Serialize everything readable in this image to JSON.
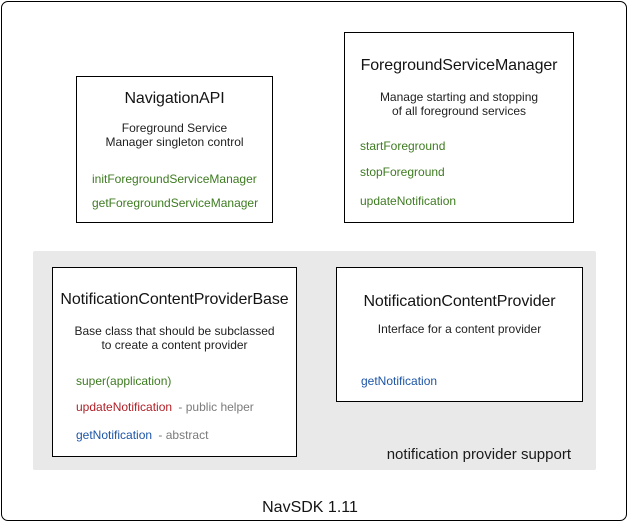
{
  "diagram": {
    "palette": {
      "method_green": "#3e7b21",
      "method_red": "#b01f26",
      "method_blue": "#1d55a6",
      "suffix_gray": "#7b7b7b",
      "group_bg": "#e9e9e9",
      "border": "#000000"
    },
    "boxes": {
      "navigation_api": {
        "title": "NavigationAPI",
        "description_lines": [
          "Foreground Service",
          "Manager singleton control"
        ],
        "methods": [
          {
            "label": "initForegroundServiceManager"
          },
          {
            "label": "getForegroundServiceManager"
          }
        ]
      },
      "foreground_service_manager": {
        "title": "ForegroundServiceManager",
        "description_lines": [
          "Manage starting and stopping",
          "of all foreground services"
        ],
        "methods": [
          {
            "label": "startForeground"
          },
          {
            "label": "stopForeground"
          },
          {
            "label": "updateNotification"
          }
        ]
      },
      "notification_content_provider_base": {
        "title": "NotificationContentProviderBase",
        "description_lines": [
          "Base class that should be subclassed",
          "to create a content provider"
        ],
        "methods": [
          {
            "label": "super(application)",
            "suffix": ""
          },
          {
            "label": "updateNotification",
            "suffix": "- public helper"
          },
          {
            "label": "getNotification",
            "suffix": "- abstract"
          }
        ]
      },
      "notification_content_provider": {
        "title": "NotificationContentProvider",
        "description_lines": [
          "Interface for a content provider"
        ],
        "methods": [
          {
            "label": "getNotification"
          }
        ]
      }
    },
    "group_label": "notification provider support",
    "footer_label": "NavSDK 1.11"
  }
}
